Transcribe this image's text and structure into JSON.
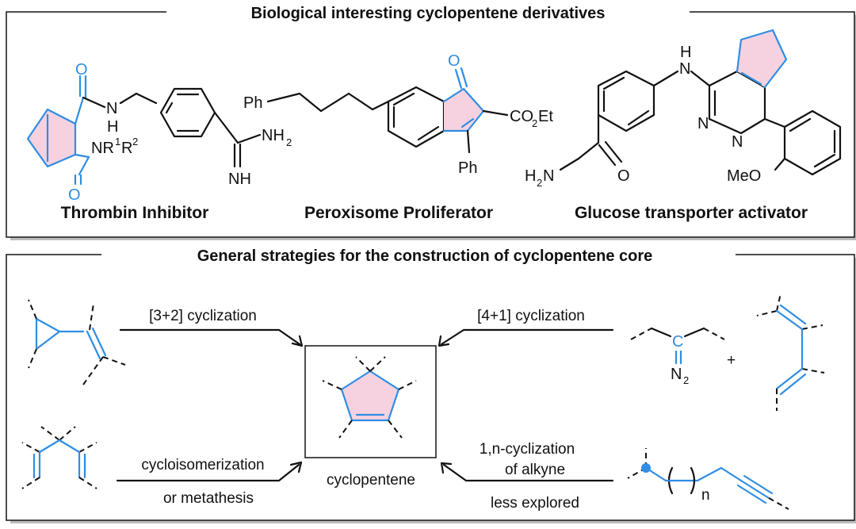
{
  "top_panel": {
    "title": "Biological interesting cyclopentene derivatives",
    "compounds": [
      {
        "name": "Thrombin Inhibitor"
      },
      {
        "name": "Peroxisome Proliferator"
      },
      {
        "name": "Glucose transporter activator"
      }
    ],
    "atoms": {
      "thrombin": {
        "o_top": "O",
        "nh": "N",
        "h": "H",
        "nr": "NR",
        "sup1": "1",
        "r2": "R",
        "sup2": "2",
        "o_bottom": "O",
        "nh2": "NH",
        "sub2": "2",
        "imine": "NH"
      },
      "peroxisome": {
        "ph1": "Ph",
        "o": "O",
        "ester": "CO",
        "ester_sub": "2",
        "ester_et": "Et",
        "ph2": "Ph"
      },
      "glucose": {
        "nh": "N",
        "h": "H",
        "n1": "N",
        "n2": "N",
        "amide_h2n": "H",
        "amide_sub": "2",
        "amide_n": "N",
        "o": "O",
        "meo": "MeO"
      }
    }
  },
  "bottom_panel": {
    "title": "General strategies for the construction of cyclopentene core",
    "center_label": "cyclopentene",
    "routes": [
      {
        "id": "32",
        "label": "[3+2] cyclization"
      },
      {
        "id": "41",
        "label": "[4+1] cyclization"
      },
      {
        "id": "cyclo",
        "label_line1": "cycloisomerization",
        "label_line2": "or metathesis"
      },
      {
        "id": "alkyne",
        "label_line1": "1,n-cyclization",
        "label_line2": "of alkyne",
        "note": "less explored"
      }
    ],
    "reagents": {
      "carbene_c": "C",
      "carbene_n": "N",
      "carbene_sub": "2",
      "plus": "+",
      "n_index": "n"
    }
  },
  "colors": {
    "accent_blue": "#2f8de4",
    "ring_fill": "#f6d2e0",
    "frame": "#222222"
  }
}
